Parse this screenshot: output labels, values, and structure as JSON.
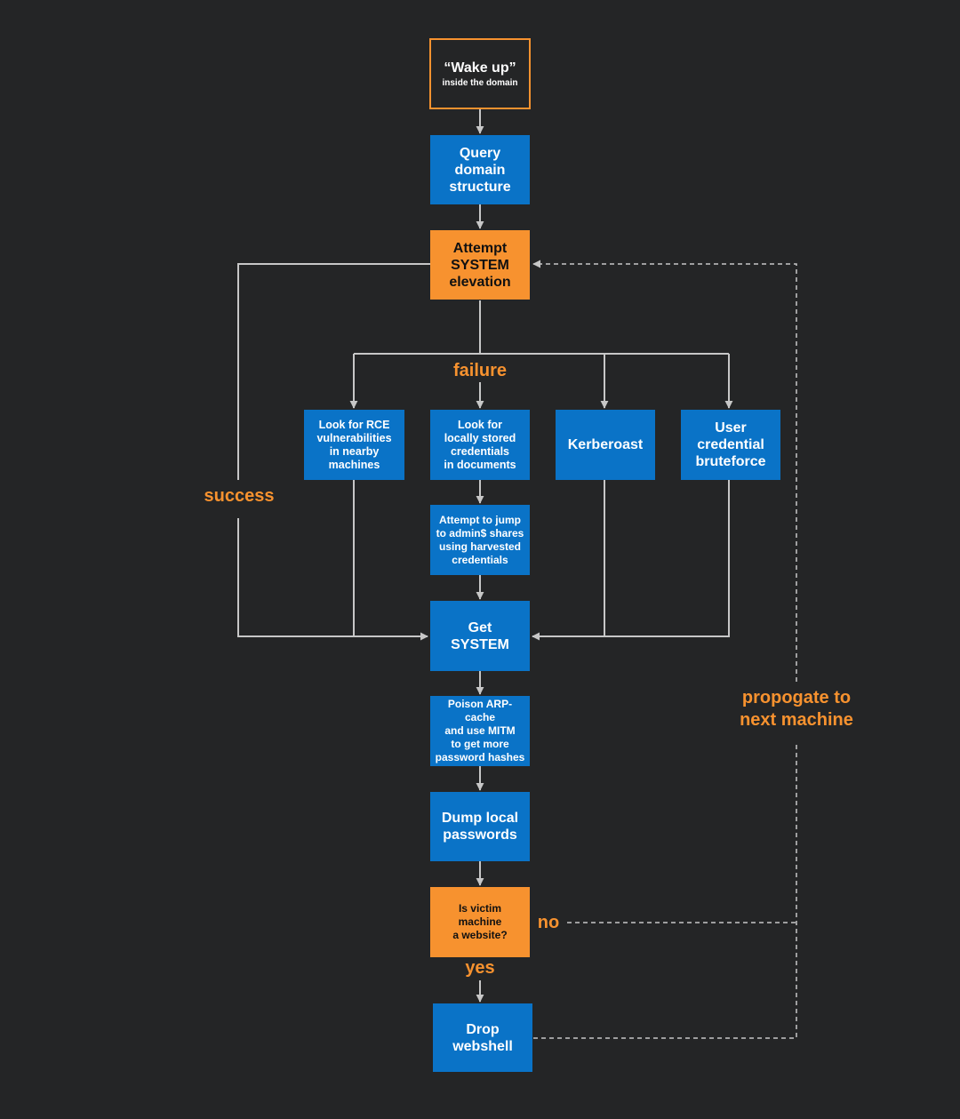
{
  "diagram": {
    "nodes": {
      "wake_up": {
        "title": "“Wake up”",
        "subtitle": "inside the domain"
      },
      "query_domain": "Query\ndomain\nstructure",
      "attempt_system": "Attempt\nSYSTEM\nelevation",
      "look_rce": "Look for RCE\nvulnerabilities\nin nearby\nmachines",
      "look_credentials": "Look for\nlocally stored\ncredentials\nin documents",
      "kerberoast": "Kerberoast",
      "bruteforce": "User\ncredential\nbruteforce",
      "jump_admin": "Attempt to jump\nto admin$ shares\nusing harvested\ncredentials",
      "get_system": "Get\nSYSTEM",
      "poison_arp": "Poison ARP-cache\nand use MITM\nto get more\npassword hashes",
      "dump_passwords": "Dump local\npasswords",
      "is_website": "Is victim\nmachine\na website?",
      "drop_webshell": "Drop\nwebshell"
    },
    "labels": {
      "failure": "failure",
      "success": "success",
      "no": "no",
      "yes": "yes",
      "propagate": "propogate to\nnext machine"
    },
    "colors": {
      "background": "#242526",
      "action_blue": "#0a73c7",
      "decision_orange": "#f7922f",
      "connector_gray": "#c7c7c7"
    }
  }
}
